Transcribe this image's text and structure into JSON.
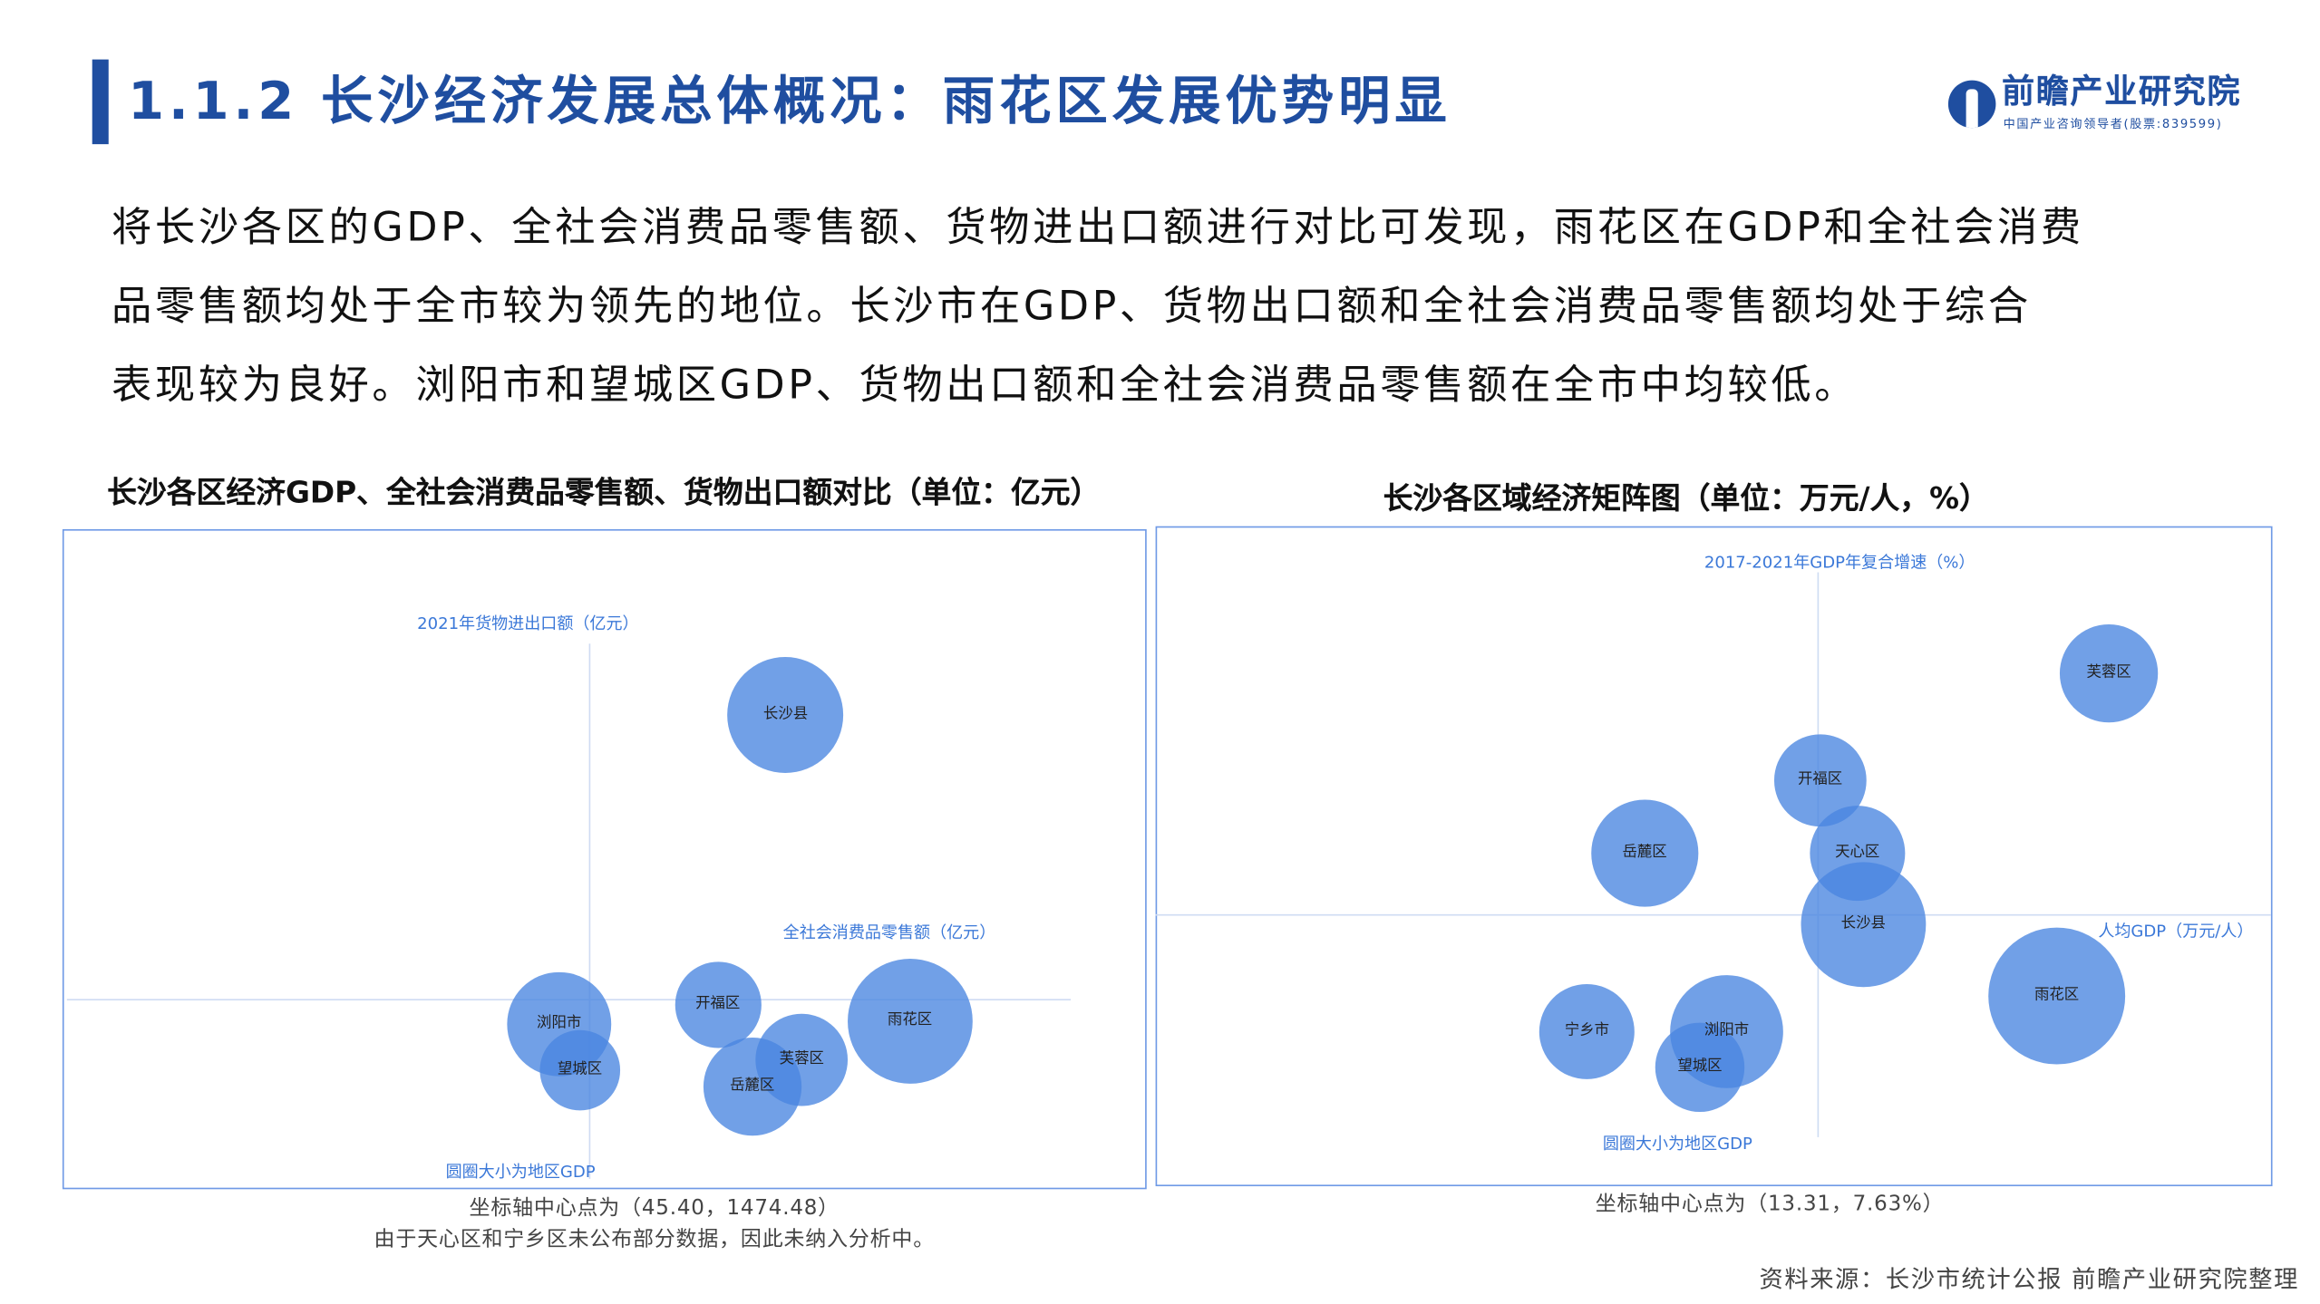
{
  "header": {
    "title": "1.1.2 长沙经济发展总体概况：雨花区发展优势明显",
    "logo": {
      "name": "前瞻产业研究院",
      "tagline": "中国产业咨询领导者(股票:839599)"
    },
    "accent_color": "#1f4ea0"
  },
  "paragraph": {
    "lines": [
      "将长沙各区的GDP、全社会消费品零售额、货物进出口额进行对比可发现，雨花区在GDP和全社会消费",
      "品零售额均处于全市较为领先的地位。长沙市在GDP、货物出口额和全社会消费品零售额均处于综合",
      "表现较为良好。浏阳市和望城区GDP、货物出口额和全社会消费品零售额在全市中均较低。"
    ]
  },
  "chart_data": [
    {
      "type": "scatter",
      "title": "长沙各区经济GDP、全社会消费品零售额、货物出口额对比（单位：亿元）",
      "xlabel": "全社会消费品零售额（亿元）",
      "ylabel": "2021年货物进出口额（亿元）",
      "size_label": "圆圈大小为地区GDP",
      "axis_center": [
        45.4,
        1474.48
      ],
      "xlim": [
        0,
        87.3
      ],
      "ylim": [
        0,
        5030
      ],
      "grid": false,
      "bubble_color": "#4a86e0",
      "points": [
        {
          "name": "长沙县",
          "x": 62.5,
          "y": 3800,
          "size": 0.93
        },
        {
          "name": "浏阳市",
          "x": 42.8,
          "y": 1267,
          "size": 0.83
        },
        {
          "name": "望城区",
          "x": 44.6,
          "y": 889,
          "size": 0.64
        },
        {
          "name": "开福区",
          "x": 56.6,
          "y": 1425,
          "size": 0.69
        },
        {
          "name": "芙蓉区",
          "x": 63.9,
          "y": 974,
          "size": 0.74
        },
        {
          "name": "岳麓区",
          "x": 59.6,
          "y": 755,
          "size": 0.79
        },
        {
          "name": "雨花区",
          "x": 73.3,
          "y": 1291,
          "size": 1.0
        }
      ],
      "captions": [
        "坐标轴中心点为（45.40，1474.48）",
        "由于天心区和宁乡区未公布部分数据，因此未纳入分析中。"
      ]
    },
    {
      "type": "scatter",
      "title": "长沙各区域经济矩阵图（单位：万元/人，%）",
      "xlabel": "人均GDP（万元/人）",
      "ylabel": "2017-2021年GDP年复合增速（%）",
      "size_label": "圆圈大小为地区GDP",
      "axis_center": [
        13.31,
        7.63
      ],
      "xlim": [
        0,
        22.44
      ],
      "ylim": [
        0,
        19.32
      ],
      "grid": false,
      "bubble_color": "#4a86e0",
      "points": [
        {
          "name": "芙蓉区",
          "x": 19.18,
          "y": 15.86,
          "size": 0.72
        },
        {
          "name": "开福区",
          "x": 13.37,
          "y": 12.2,
          "size": 0.67
        },
        {
          "name": "岳麓区",
          "x": 9.84,
          "y": 9.71,
          "size": 0.78
        },
        {
          "name": "天心区",
          "x": 14.12,
          "y": 9.71,
          "size": 0.7
        },
        {
          "name": "长沙县",
          "x": 14.24,
          "y": 7.27,
          "size": 0.91
        },
        {
          "name": "雨花区",
          "x": 18.13,
          "y": 4.83,
          "size": 1.0
        },
        {
          "name": "宁乡市",
          "x": 8.68,
          "y": 3.61,
          "size": 0.7
        },
        {
          "name": "浏阳市",
          "x": 11.49,
          "y": 3.61,
          "size": 0.83
        },
        {
          "name": "望城区",
          "x": 10.95,
          "y": 2.39,
          "size": 0.65
        }
      ],
      "captions": [
        "坐标轴中心点为（13.31，7.63%）"
      ]
    }
  ],
  "footer": {
    "source": "资料来源：长沙市统计公报 前瞻产业研究院整理"
  }
}
